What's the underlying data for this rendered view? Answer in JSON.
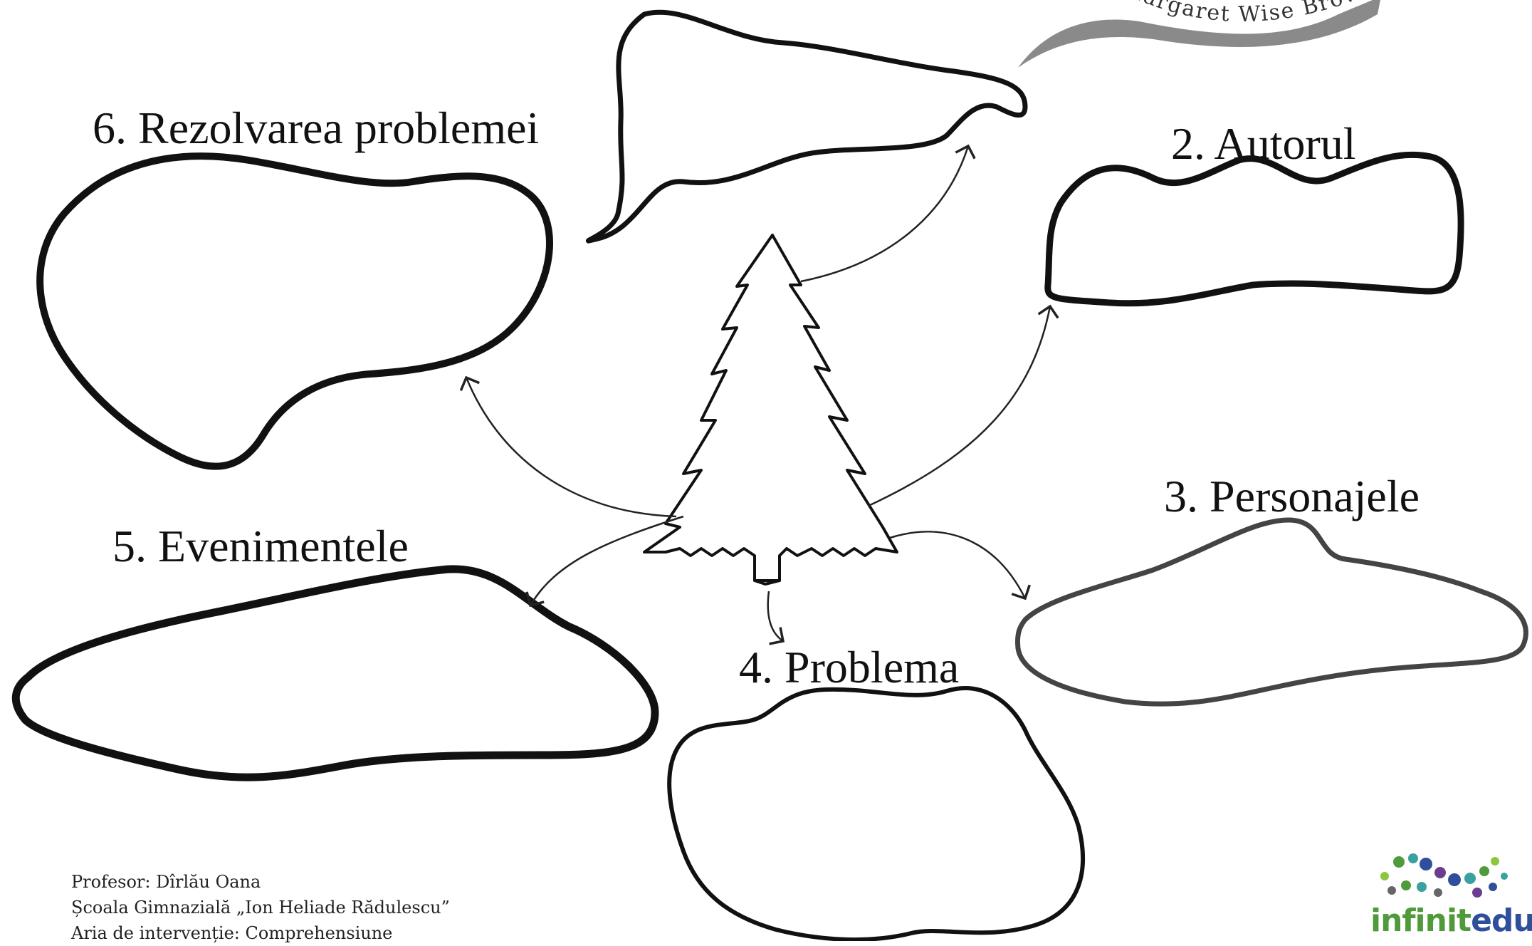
{
  "banner": {
    "subtitle": "de Margaret Wise Brown"
  },
  "boxes": {
    "title": {
      "label": ""
    },
    "author": {
      "label": "2. Autorul"
    },
    "characters": {
      "label": "3. Personajele"
    },
    "problem": {
      "label": "4. Problema"
    },
    "events": {
      "label": "5. Evenimentele"
    },
    "resolution": {
      "label": "6. Rezolvarea problemei"
    }
  },
  "footer": {
    "line1": "Profesor: Dîrlău Oana",
    "line2": "Școala Gimnazială „Ion Heliade Rădulescu”",
    "line3": "Aria de intervenție: Comprehensiune"
  },
  "logo": {
    "text_prefix": "infinit",
    "text_suffix": "edu",
    "colors": {
      "green": "#4f9a3a",
      "blue": "#2f4f9a",
      "purple": "#6a3d8f",
      "teal": "#3aa0a0",
      "grey": "#666666"
    }
  },
  "colors": {
    "outline": "#111111",
    "banner": "#8a8a8a",
    "characters_outline": "#444444"
  }
}
